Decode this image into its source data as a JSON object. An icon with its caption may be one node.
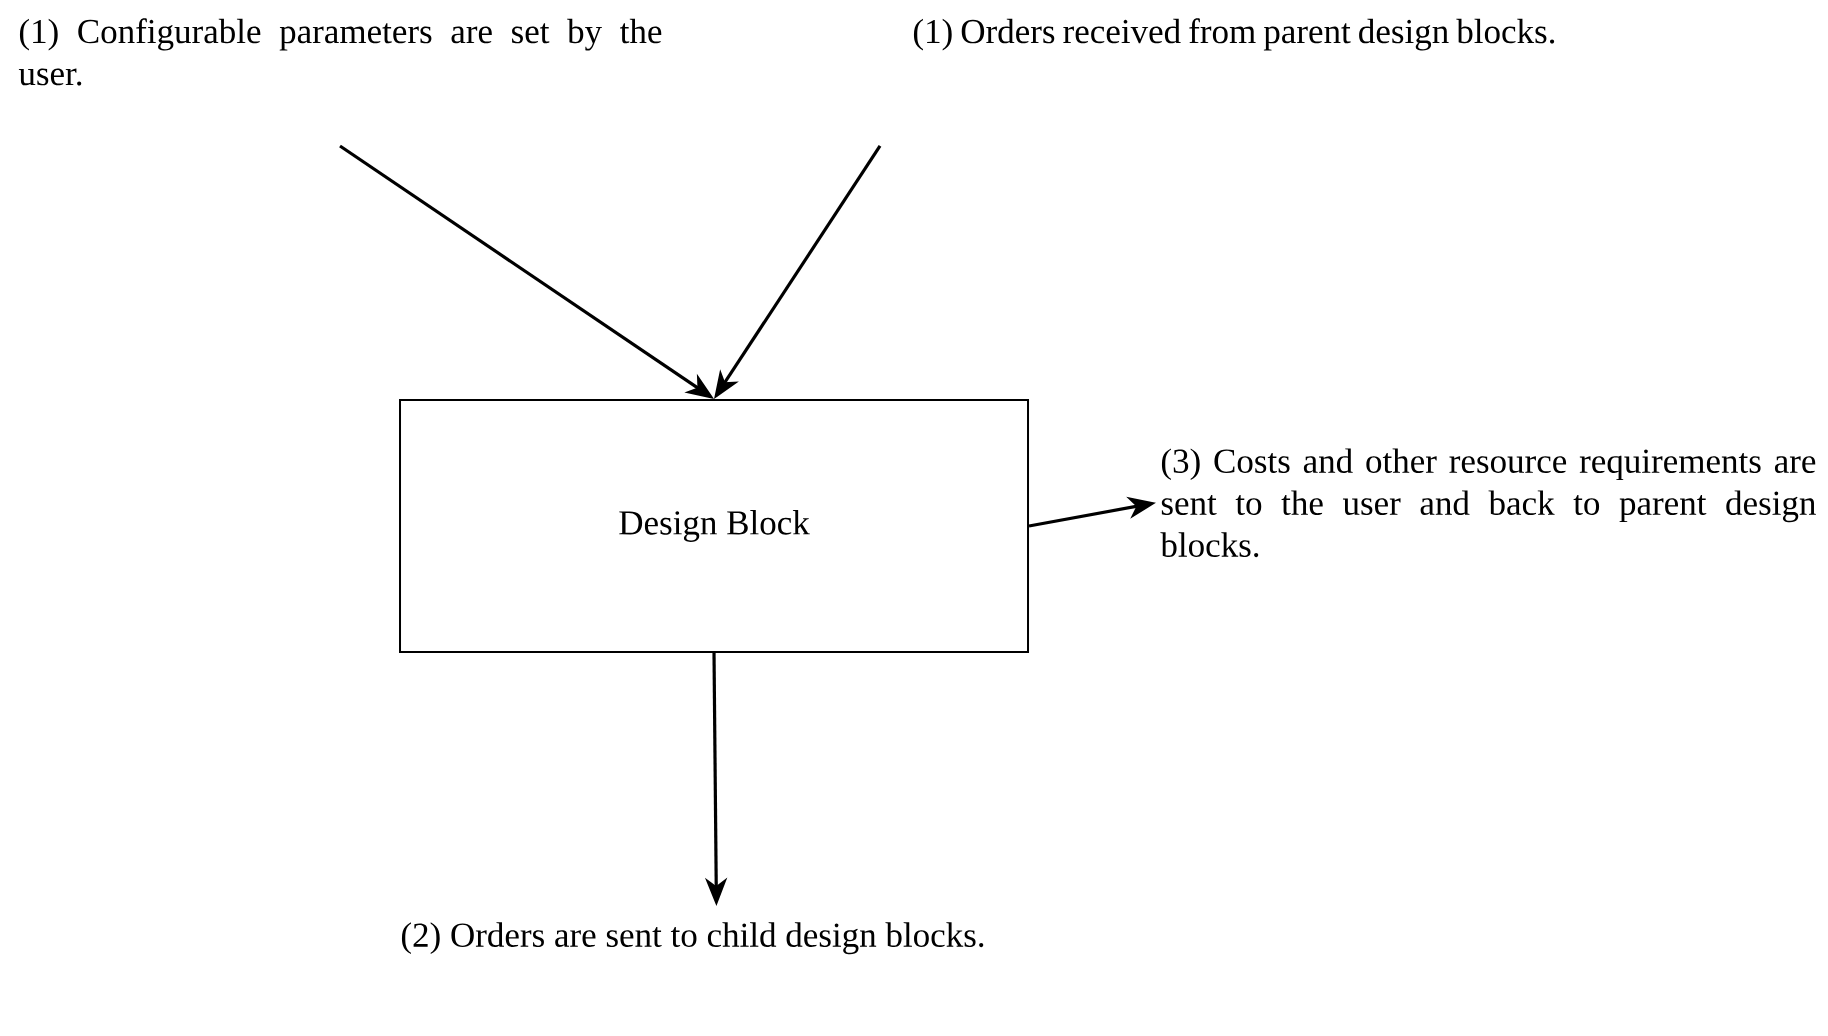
{
  "diagram": {
    "nodes": [
      {
        "text": [
          "Design Block"
        ]
      },
      {
        "text": [
          "(1) Configurable parameters are set by the user."
        ]
      },
      {
        "text": [
          "(1) Orders received from parent design blocks."
        ]
      },
      {
        "text": [
          "(3) Costs and other resource requirements are sent to the user and back to parent design blocks."
        ]
      },
      {
        "text": [
          "(2) Orders are sent to child design blocks."
        ]
      }
    ],
    "edges": [
      {
        "from": 1,
        "to": 0,
        "arrow": "to"
      },
      {
        "from": 2,
        "to": 0,
        "arrow": "to"
      },
      {
        "from": 0,
        "to": 3,
        "arrow": "to"
      },
      {
        "from": 0,
        "to": 4,
        "arrow": "to"
      }
    ]
  }
}
